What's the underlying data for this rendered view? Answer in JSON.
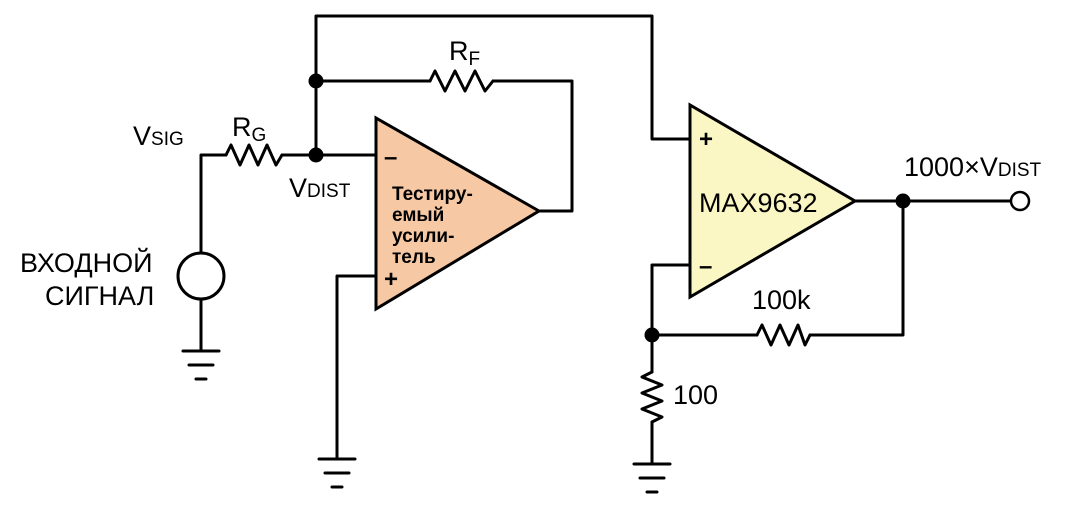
{
  "input": {
    "v_main": "V",
    "v_sub": "SIG",
    "label_line1": "ВХОДНОЙ",
    "label_line2": "СИГНАЛ"
  },
  "resistors": {
    "rg_main": "R",
    "rg_sub": "G",
    "rf_main": "R",
    "rf_sub": "F",
    "r_feedback": "100k",
    "r_ground": "100"
  },
  "node": {
    "vdist_main": "V",
    "vdist_sub": "DIST"
  },
  "dut": {
    "line1": "Тестиру-",
    "line2": "емый",
    "line3": "усили-",
    "line4": "тель",
    "minus": "–",
    "plus": "+",
    "fill": "#f6c8a3"
  },
  "amp": {
    "name": "MAX9632",
    "plus": "+",
    "minus": "–",
    "fill": "#fbf7c4"
  },
  "output": {
    "prefix": "1000×V",
    "sub": "DIST"
  }
}
